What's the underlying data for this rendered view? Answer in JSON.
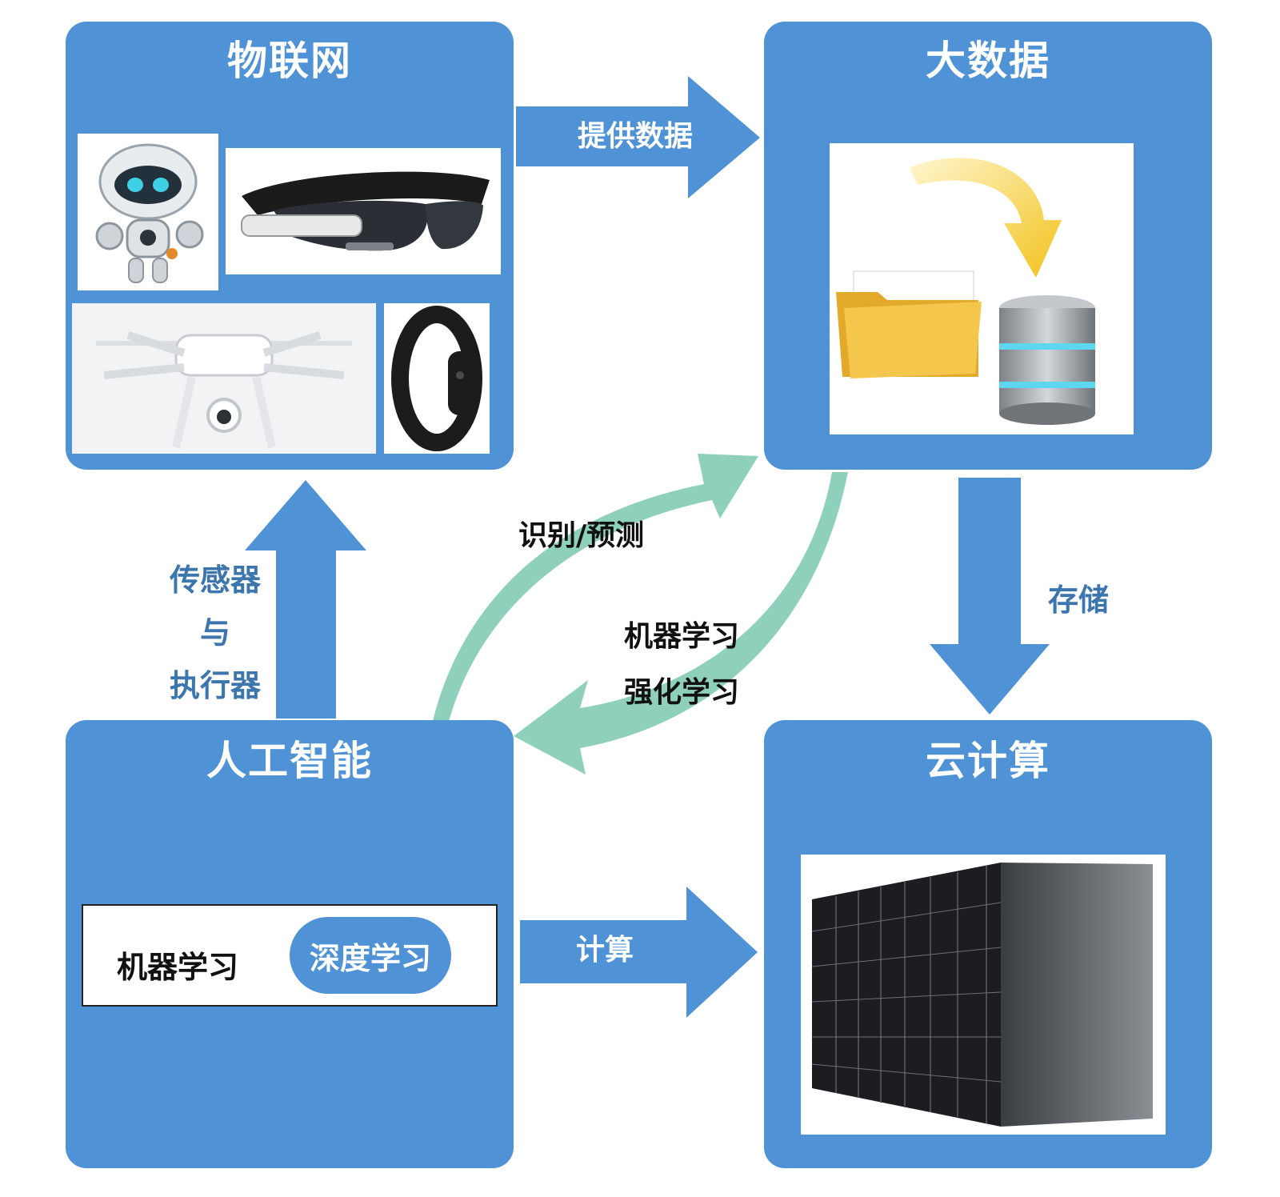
{
  "panels": {
    "iot": {
      "title": "物联网"
    },
    "big_data": {
      "title": "大数据"
    },
    "ai": {
      "title": "人工智能"
    },
    "cloud": {
      "title": "云计算"
    }
  },
  "arrows": {
    "provide_data": "提供数据",
    "storage": "存储",
    "compute": "计算",
    "sensor_line1": "传感器",
    "sensor_line2": "与",
    "sensor_line3": "执行器",
    "recognize_predict": "识别/预测",
    "machine_learning": "机器学习",
    "reinforcement_learning": "强化学习"
  },
  "ai_box": {
    "machine_learning": "机器学习",
    "deep_learning": "深度学习"
  },
  "colors": {
    "panel_blue": "#4f92d6",
    "curve_green": "#8fd0bd",
    "label_blue": "#3d76ad"
  },
  "icons": [
    "robot-image",
    "smart-glasses-image",
    "drone-image",
    "fitness-band-image",
    "folder-image",
    "database-image",
    "server-rack-image"
  ]
}
